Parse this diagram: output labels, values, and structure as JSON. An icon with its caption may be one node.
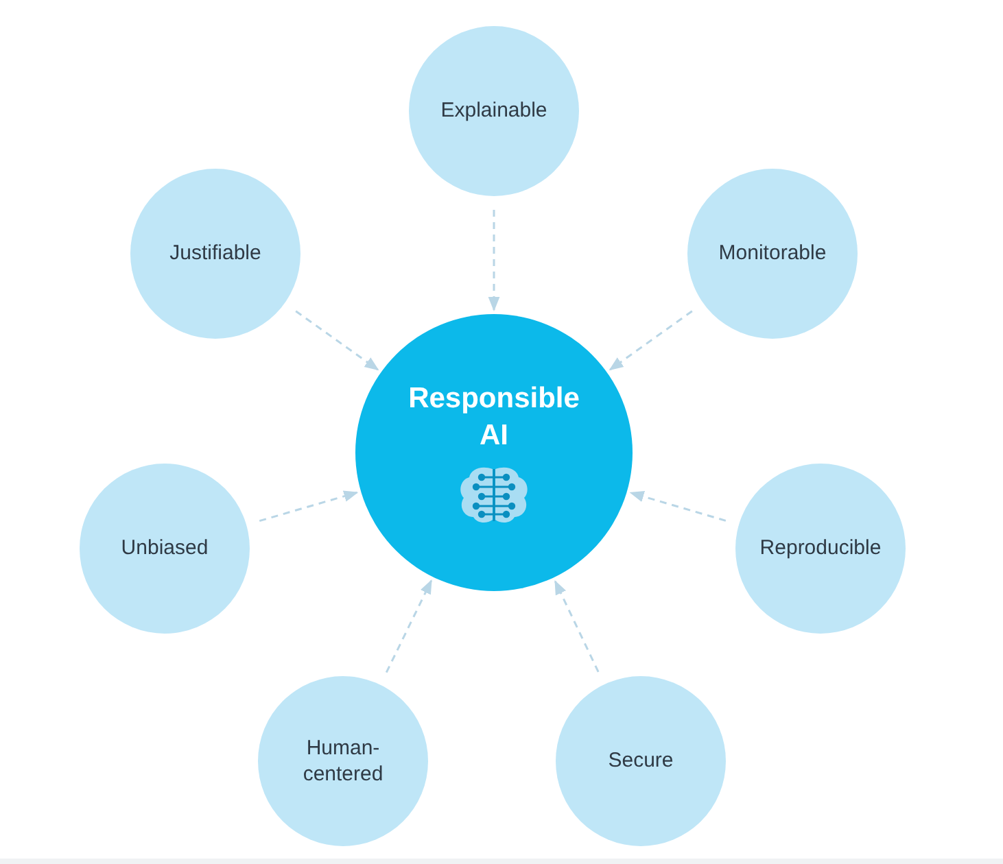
{
  "diagram": {
    "nodes": [
      {
        "text": [
          "Explainable"
        ]
      },
      {
        "text": [
          "Justifiable"
        ]
      },
      {
        "text": [
          "Monitorable"
        ]
      },
      {
        "text": [
          "Responsible AI"
        ]
      },
      {
        "text": [
          "Unbiased"
        ]
      },
      {
        "text": [
          "Reproducible"
        ]
      },
      {
        "text": [
          "Human-centered"
        ]
      },
      {
        "text": [
          "Secure"
        ]
      }
    ],
    "edges": [
      {
        "from": 0,
        "to": 3,
        "arrow": "to",
        "style": "dashed"
      },
      {
        "from": 1,
        "to": 3,
        "arrow": "to",
        "style": "dashed"
      },
      {
        "from": 2,
        "to": 3,
        "arrow": "to",
        "style": "dashed"
      },
      {
        "from": 4,
        "to": 3,
        "arrow": "to",
        "style": "dashed"
      },
      {
        "from": 5,
        "to": 3,
        "arrow": "to",
        "style": "dashed"
      },
      {
        "from": 6,
        "to": 3,
        "arrow": "to",
        "style": "dashed"
      },
      {
        "from": 7,
        "to": 3,
        "arrow": "to",
        "style": "dashed"
      }
    ]
  }
}
